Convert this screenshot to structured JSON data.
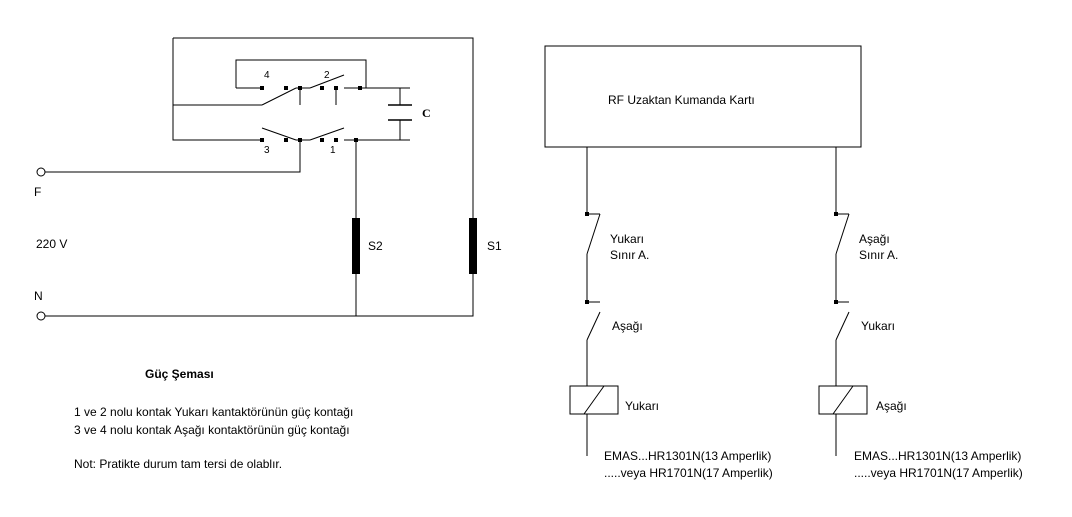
{
  "power": {
    "contact_numbers": {
      "c4": "4",
      "c2": "2",
      "c3": "3",
      "c1": "1"
    },
    "capacitor_label": "C",
    "phase_label": "F",
    "voltage_label": "220 V",
    "neutral_label": "N",
    "s2_label": "S2",
    "s1_label": "S1",
    "title": "Güç Şeması",
    "note_line1": "1 ve 2 nolu kontak Yukarı kantaktörünün güç kontağı",
    "note_line2": "3 ve 4 nolu kontak Aşağı kontaktörünün güç kontağı",
    "note_line3": "Not: Pratikte durum tam tersi de olablır."
  },
  "control": {
    "card_label": "RF Uzaktan Kumanda Kartı",
    "left": {
      "limit_line1": "Yukarı",
      "limit_line2": "Sınır A.",
      "interlock_label": "Aşağı",
      "coil_label": "Yukarı",
      "model_line1": "EMAS...HR1301N(13 Amperlik)",
      "model_line2": ".....veya HR1701N(17 Amperlik)"
    },
    "right": {
      "limit_line1": "Aşağı",
      "limit_line2": "Sınır A.",
      "interlock_label": "Yukarı",
      "coil_label": "Aşağı",
      "model_line1": "EMAS...HR1301N(13 Amperlik)",
      "model_line2": ".....veya HR1701N(17 Amperlik)"
    }
  }
}
